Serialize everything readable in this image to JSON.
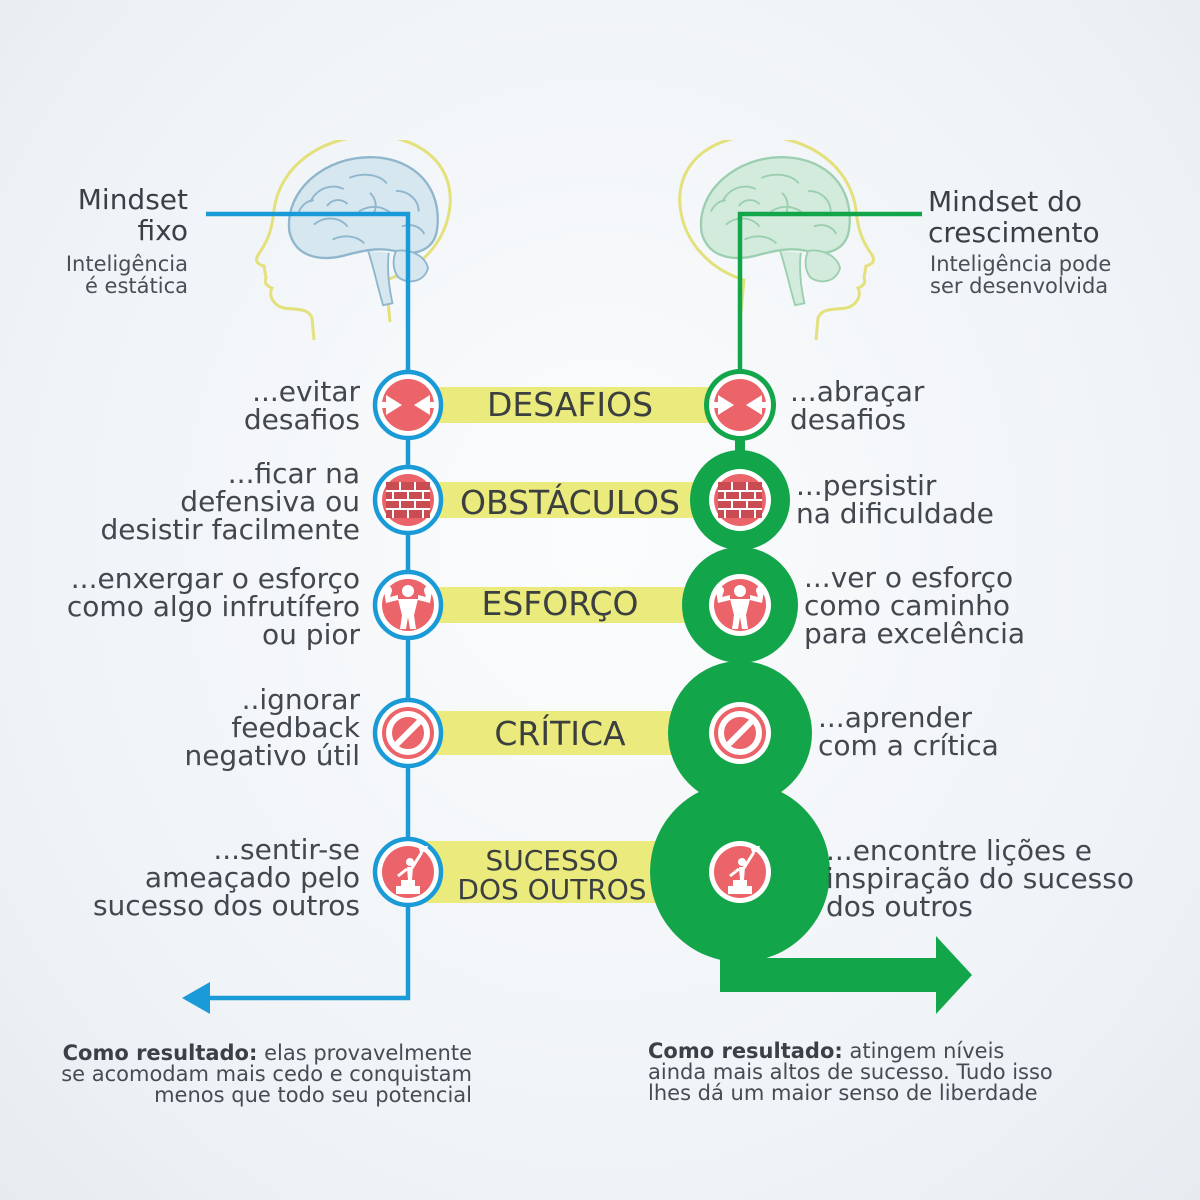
{
  "left": {
    "title": [
      "Mindset",
      "fixo"
    ],
    "subtitle": [
      "Inteligência",
      "é estática"
    ],
    "color": "#1a9ad6",
    "items": [
      {
        "lines": [
          "...evitar",
          "desafios"
        ]
      },
      {
        "lines": [
          "...ficar na",
          "defensiva ou",
          "desistir facilmente"
        ]
      },
      {
        "lines": [
          "...enxergar o esforço",
          "como algo infrutífero",
          "ou pior"
        ]
      },
      {
        "lines": [
          "..ignorar",
          "feedback",
          "negativo útil"
        ]
      },
      {
        "lines": [
          "...sentir-se",
          "ameaçado pelo",
          "sucesso dos outros"
        ]
      }
    ],
    "result_bold": "Como resultado:",
    "result_lines": [
      "elas provavelmente",
      "se acomodam mais cedo e conquistam",
      "menos que todo seu potencial"
    ]
  },
  "right": {
    "title": [
      "Mindset do",
      "crescimento"
    ],
    "subtitle": [
      "Inteligência pode",
      "ser desenvolvida"
    ],
    "color": "#13a54a",
    "items": [
      {
        "lines": [
          "...abraçar",
          "desafios"
        ]
      },
      {
        "lines": [
          "...persistir",
          "na dificuldade"
        ]
      },
      {
        "lines": [
          "...ver o esforço",
          "como caminho",
          "para excelência"
        ]
      },
      {
        "lines": [
          "...aprender",
          "com a crítica"
        ]
      },
      {
        "lines": [
          "...encontre lições e",
          "inspiração do sucesso",
          "dos outros"
        ]
      }
    ],
    "result_bold": "Como resultado:",
    "result_lines": [
      "atingem níveis",
      "ainda mais altos de sucesso. Tudo isso",
      "lhes dá um maior senso de liberdade"
    ]
  },
  "rungs": [
    {
      "label": [
        "DESAFIOS"
      ],
      "icon": "arrows-inward-icon"
    },
    {
      "label": [
        "OBSTÁCULOS"
      ],
      "icon": "brick-wall-icon"
    },
    {
      "label": [
        "ESFORÇO"
      ],
      "icon": "flexing-strongman-icon"
    },
    {
      "label": [
        "CRÍTICA"
      ],
      "icon": "prohibited-sign-icon"
    },
    {
      "label": [
        "SUCESSO",
        "DOS OUTROS"
      ],
      "icon": "trophy-figure-icon"
    }
  ],
  "colors": {
    "band": "#ebea7c",
    "icon_fill": "#eb6469",
    "head_outline": "#e4e07c",
    "brain_left": "#8fb6cc",
    "brain_right": "#9ccfb0"
  }
}
